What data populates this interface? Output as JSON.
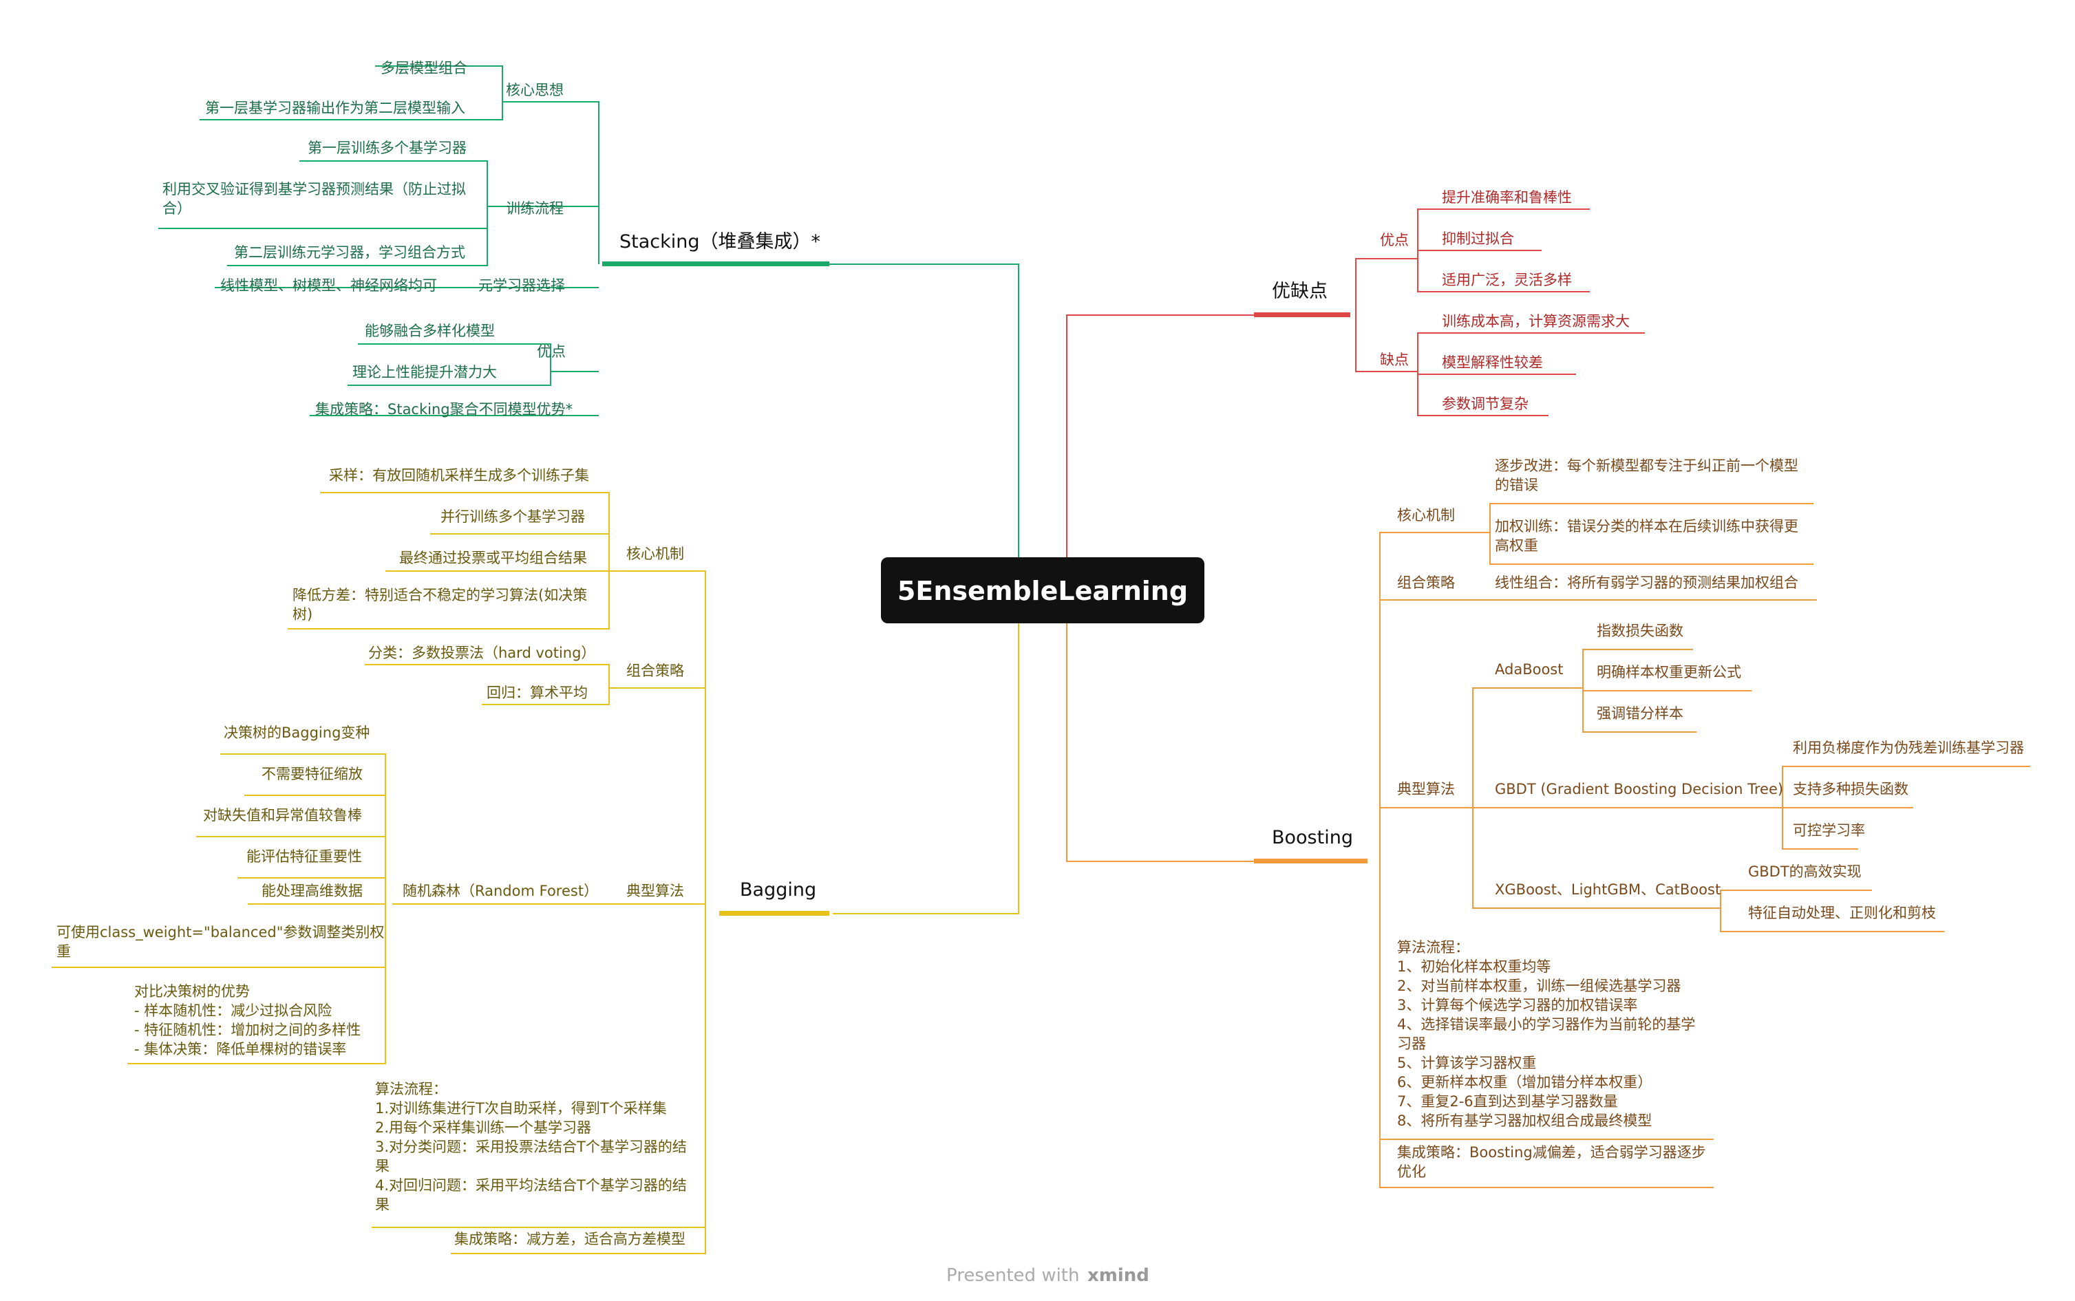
{
  "root": "5EnsembleLearning",
  "footer": {
    "prefix": "Presented with",
    "brand": "xmind"
  },
  "colors": {
    "stacking": "#1aa96b",
    "pros_cons": "#e04848",
    "boosting": "#f39a3c",
    "bagging": "#e6c21a",
    "root": "#111111"
  },
  "stacking": {
    "title": "Stacking（堆叠集成）*",
    "core_idea": {
      "label": "核心思想",
      "items": [
        "多层模型组合",
        "第一层基学习器输出作为第二层模型输入"
      ]
    },
    "training": {
      "label": "训练流程",
      "items": [
        "第一层训练多个基学习器",
        "利用交叉验证得到基学习器预测结果（防止过拟",
        "合）",
        "第二层训练元学习器，学习组合方式"
      ]
    },
    "meta": {
      "label": "元学习器选择",
      "item": "线性模型、树模型、神经网络均可"
    },
    "pros": {
      "label": "优点",
      "items": [
        "能够融合多样化模型",
        "理论上性能提升潜力大"
      ]
    },
    "strategy": "集成策略：Stacking聚合不同模型优势*"
  },
  "pros_cons": {
    "title": "优缺点",
    "pros": {
      "label": "优点",
      "items": [
        "提升准确率和鲁棒性",
        "抑制过拟合",
        "适用广泛，灵活多样"
      ]
    },
    "cons": {
      "label": "缺点",
      "items": [
        "训练成本高，计算资源需求大",
        "模型解释性较差",
        "参数调节复杂"
      ]
    }
  },
  "boosting": {
    "title": "Boosting",
    "core": {
      "label": "核心机制",
      "items": [
        "逐步改进：每个新模型都专注于纠正前一个模型",
        "的错误",
        "加权训练：错误分类的样本在后续训练中获得更",
        "高权重"
      ]
    },
    "combine": {
      "label": "组合策略",
      "item": "线性组合：将所有弱学习器的预测结果加权组合"
    },
    "algos": {
      "label": "典型算法",
      "adaboost": {
        "label": "AdaBoost",
        "items": [
          "指数损失函数",
          "明确样本权重更新公式",
          "强调错分样本"
        ]
      },
      "gbdt": {
        "label": "GBDT (Gradient Boosting Decision Tree)",
        "items": [
          "利用负梯度作为伪残差训练基学习器",
          "支持多种损失函数",
          "可控学习率"
        ]
      },
      "xgb": {
        "label": "XGBoost、LightGBM、CatBoost",
        "items": [
          "GBDT的高效实现",
          "特征自动处理、正则化和剪枝"
        ]
      }
    },
    "flow": [
      "算法流程：",
      "1、初始化样本权重均等",
      "2、对当前样本权重，训练一组候选基学习器",
      "3、计算每个候选学习器的加权错误率",
      "4、选择错误率最小的学习器作为当前轮的基学",
      "习器",
      "5、计算该学习器权重",
      "6、更新样本权重（增加错分样本权重）",
      "7、重复2-6直到达到基学习器数量",
      "8、将所有基学习器加权组合成最终模型"
    ],
    "strategy": [
      "集成策略：Boosting减偏差，适合弱学习器逐步",
      "优化"
    ]
  },
  "bagging": {
    "title": "Bagging",
    "core": {
      "label": "核心机制",
      "items": [
        "采样：有放回随机采样生成多个训练子集",
        "并行训练多个基学习器",
        "最终通过投票或平均组合结果",
        "降低方差：特别适合不稳定的学习算法(如决策",
        "树)"
      ]
    },
    "combine": {
      "label": "组合策略",
      "items": [
        "分类：多数投票法（hard voting）",
        "回归：算术平均"
      ]
    },
    "algos": {
      "label": "典型算法",
      "rf": {
        "label": "随机森林（Random Forest）",
        "items": [
          "决策树的Bagging变种",
          "不需要特征缩放",
          "对缺失值和异常值较鲁棒",
          "能评估特征重要性",
          "能处理高维数据",
          "可使用class_weight=\"balanced\"参数调整类别权",
          "重"
        ]
      },
      "compare": [
        "对比决策树的优势",
        "- 样本随机性：减少过拟合风险",
        "- 特征随机性：增加树之间的多样性",
        "- 集体决策：降低单棵树的错误率"
      ]
    },
    "flow": [
      "算法流程：",
      "1.对训练集进行T次自助采样，得到T个采样集",
      "2.用每个采样集训练一个基学习器",
      "3.对分类问题：采用投票法结合T个基学习器的结",
      "果",
      "4.对回归问题：采用平均法结合T个基学习器的结",
      "果"
    ],
    "strategy": "集成策略：减方差，适合高方差模型"
  }
}
